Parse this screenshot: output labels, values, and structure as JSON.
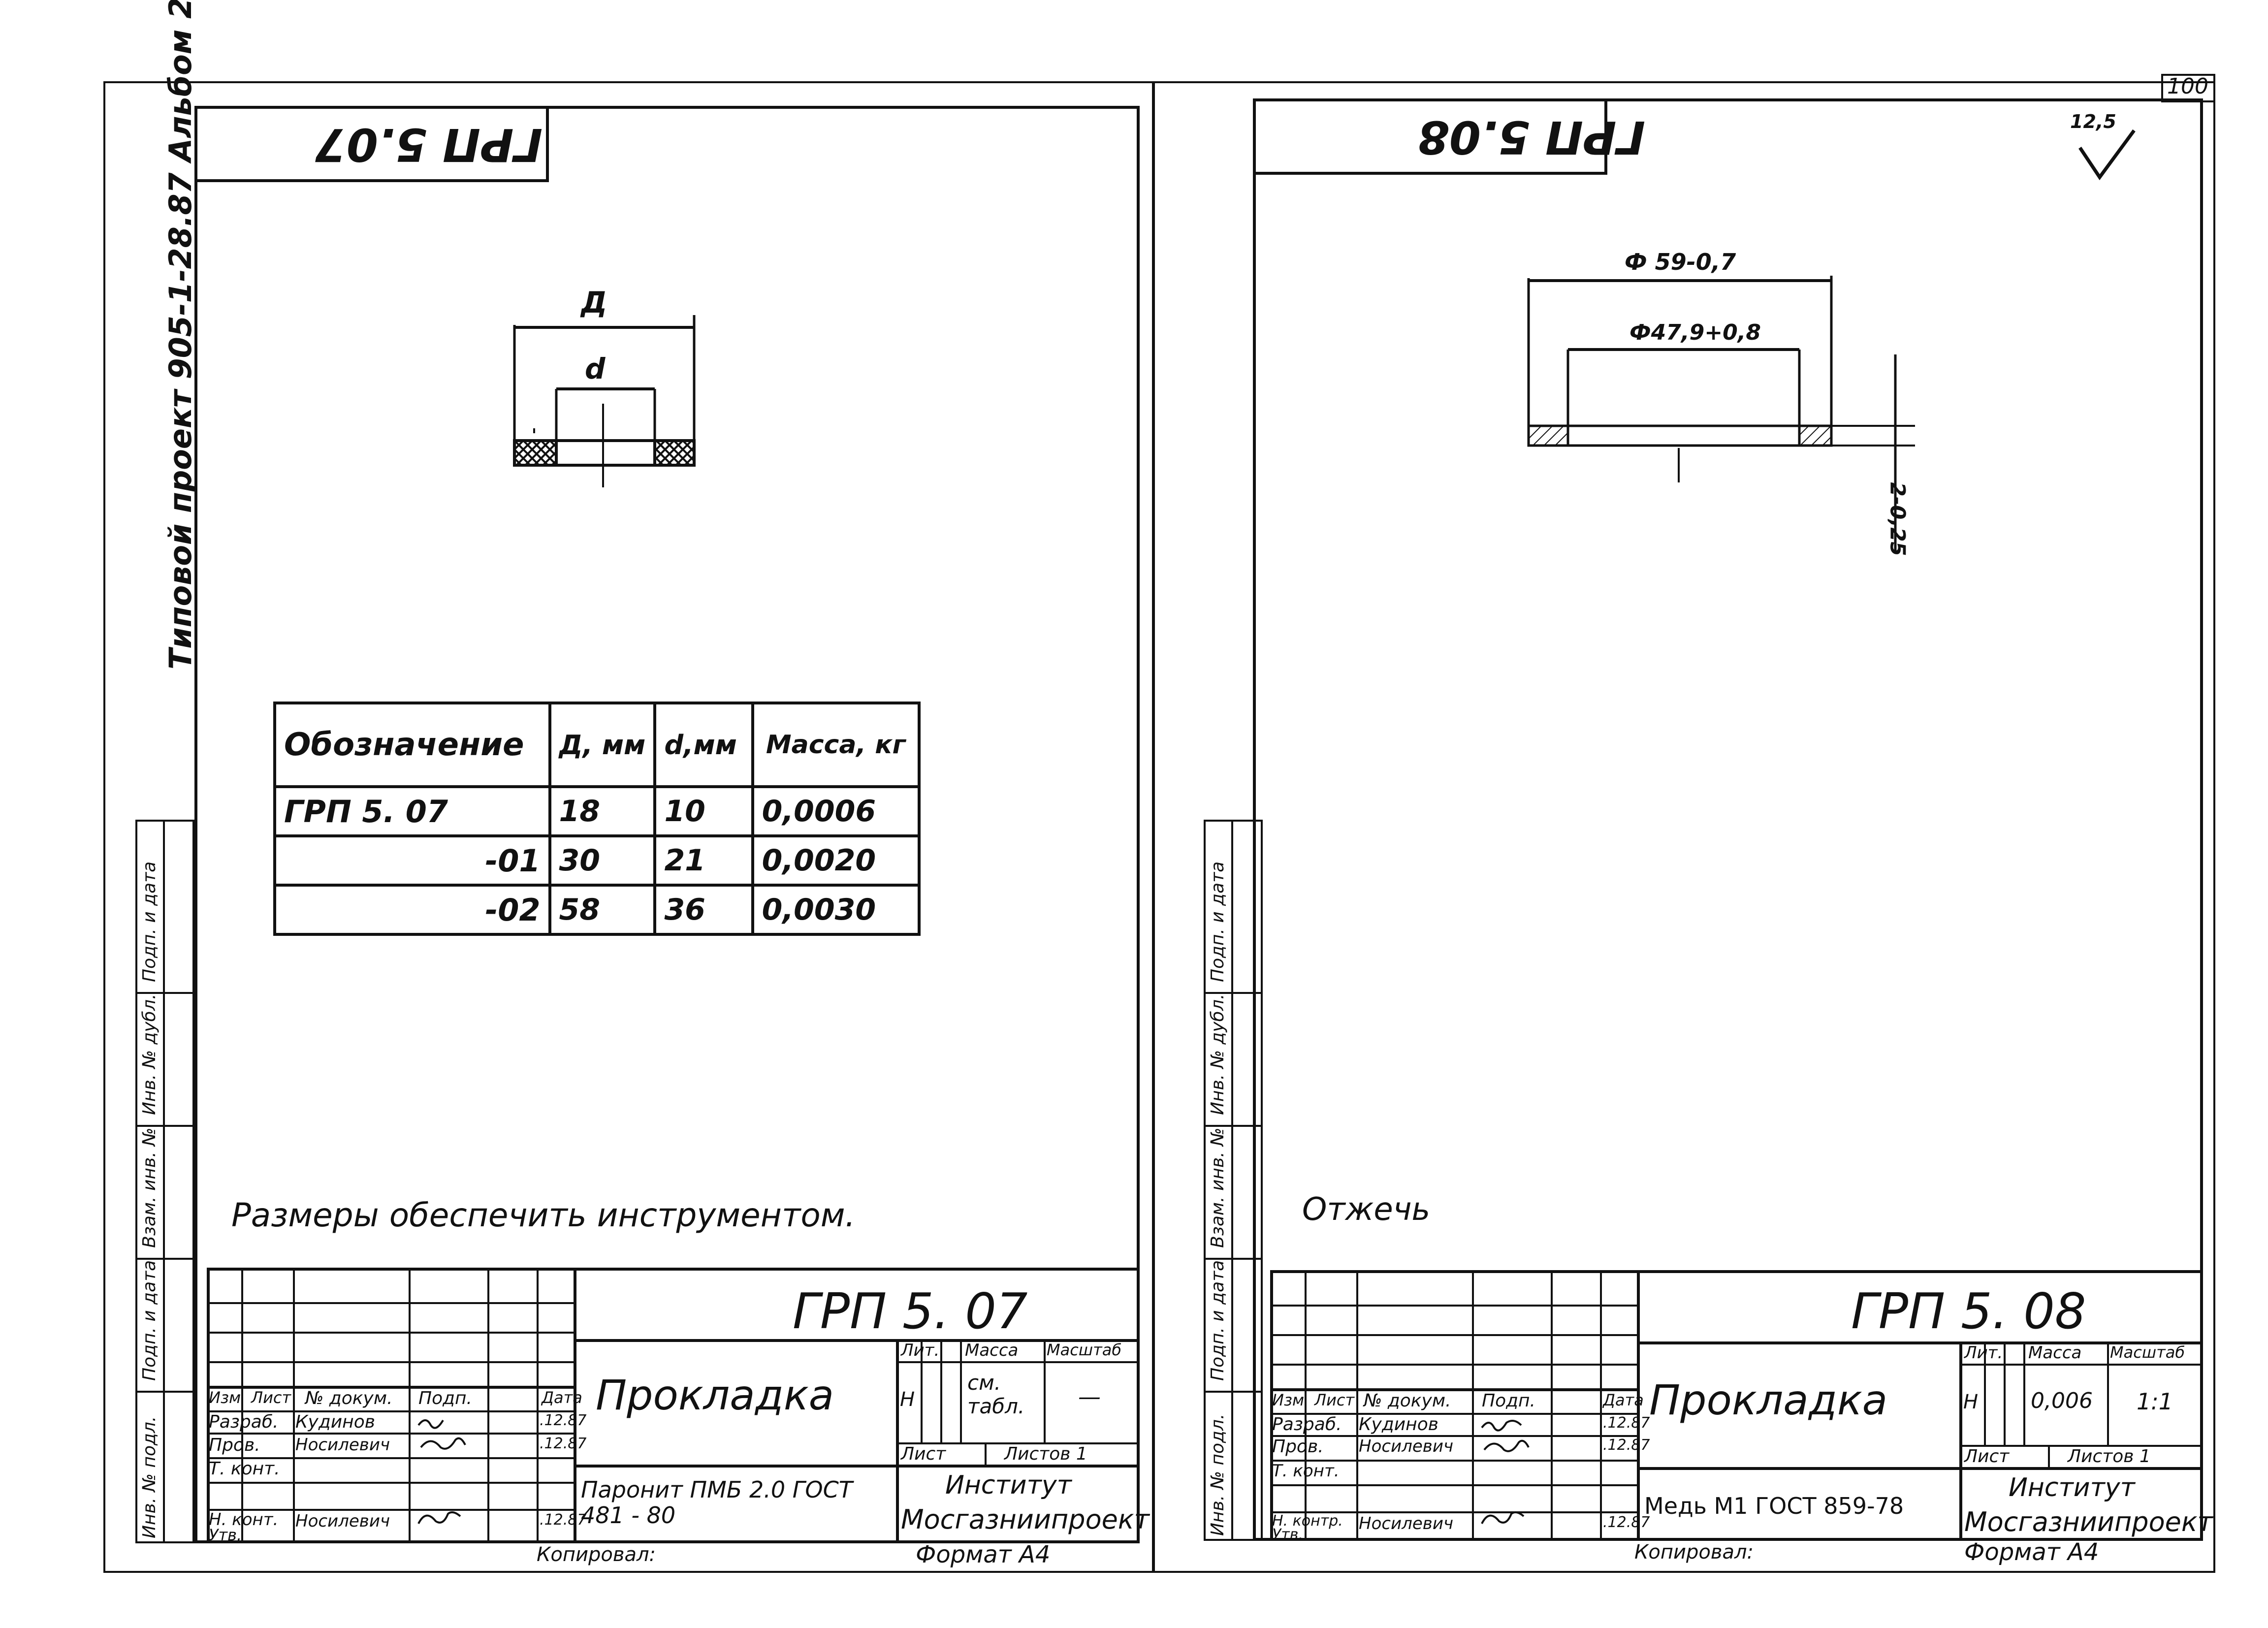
{
  "page": {
    "sheet_number": "100",
    "vertical_project": "Типовой проект 905-1-28.87 Альбом 2"
  },
  "side_columns": {
    "left": [
      "Подп. и дата",
      "Инв. № дубл.",
      "Взам. инв. №",
      "Подп. и дата",
      "Инв. № подл."
    ],
    "right": [
      "Подп. и дата",
      "Инв. № дубл.",
      "Взам. инв. №",
      "Подп. и дата",
      "Инв. № подл."
    ]
  },
  "sheet_left": {
    "corner_code": "ГРП 5.07",
    "dim_outer": "Д",
    "dim_inner": "d",
    "table": {
      "headers": [
        "Обозначение",
        "Д, мм",
        "d,мм",
        "Масса, кг"
      ],
      "rows": [
        [
          "ГРП 5. 07",
          "18",
          "10",
          "0,0006"
        ],
        [
          "-01",
          "30",
          "21",
          "0,0020"
        ],
        [
          "-02",
          "58",
          "36",
          "0,0030"
        ]
      ]
    },
    "note": "Размеры обеспечить инструментом.",
    "title_block": {
      "code": "ГРП 5. 07",
      "name": "Прокладка",
      "col_headers": [
        "Изм",
        "Лист",
        "№ докум.",
        "Подп.",
        "Дата"
      ],
      "roles": [
        "Разраб.",
        "Пров.",
        "Т. конт.",
        "",
        "Н. конт.",
        "Утв."
      ],
      "persons": [
        "Кудинов",
        "Носилевич",
        "",
        "",
        "Носилевич",
        ""
      ],
      "dates": [
        ".12.87",
        ".12.87",
        "",
        "",
        ".12.87",
        ""
      ],
      "lit_label": "Лит.",
      "mass_label": "Масса",
      "scale_label": "Масштаб",
      "lit_value": "Н",
      "mass_value": "см. табл.",
      "scale_value": "—",
      "sheet_label": "Лист",
      "sheets_label": "Листов 1",
      "material": "Паронит ПМБ 2.0 ГОСТ 481 - 80",
      "org_line1": "Институт",
      "org_line2": "Мосгазниипроект"
    },
    "copied": "Копировал:",
    "format": "Формат А4"
  },
  "sheet_right": {
    "corner_code": "ГРП 5.08",
    "roughness": "12,5",
    "dim_outer": "Ф 59-0,7",
    "dim_inner": "Ф47,9+0,8",
    "dim_thickness": "2-0,25",
    "note": "Отжечь",
    "title_block": {
      "code": "ГРП 5. 08",
      "name": "Прокладка",
      "col_headers": [
        "Изм",
        "Лист",
        "№ докум.",
        "Подп.",
        "Дата"
      ],
      "roles": [
        "Разраб.",
        "Пров.",
        "Т. конт.",
        "",
        "Н. контр.",
        "Утв."
      ],
      "persons": [
        "Кудинов",
        "Носилевич",
        "",
        "",
        "Носилевич",
        ""
      ],
      "dates": [
        ".12.87",
        ".12.87",
        "",
        "",
        ".12.87",
        ""
      ],
      "lit_label": "Лит.",
      "mass_label": "Масса",
      "scale_label": "Масштаб",
      "lit_value": "Н",
      "mass_value": "0,006",
      "scale_value": "1:1",
      "sheet_label": "Лист",
      "sheets_label": "Листов 1",
      "material": "Медь М1 ГОСТ 859-78",
      "org_line1": "Институт",
      "org_line2": "Мосгазниипроект"
    },
    "copied": "Копировал:",
    "format": "Формат А4"
  }
}
